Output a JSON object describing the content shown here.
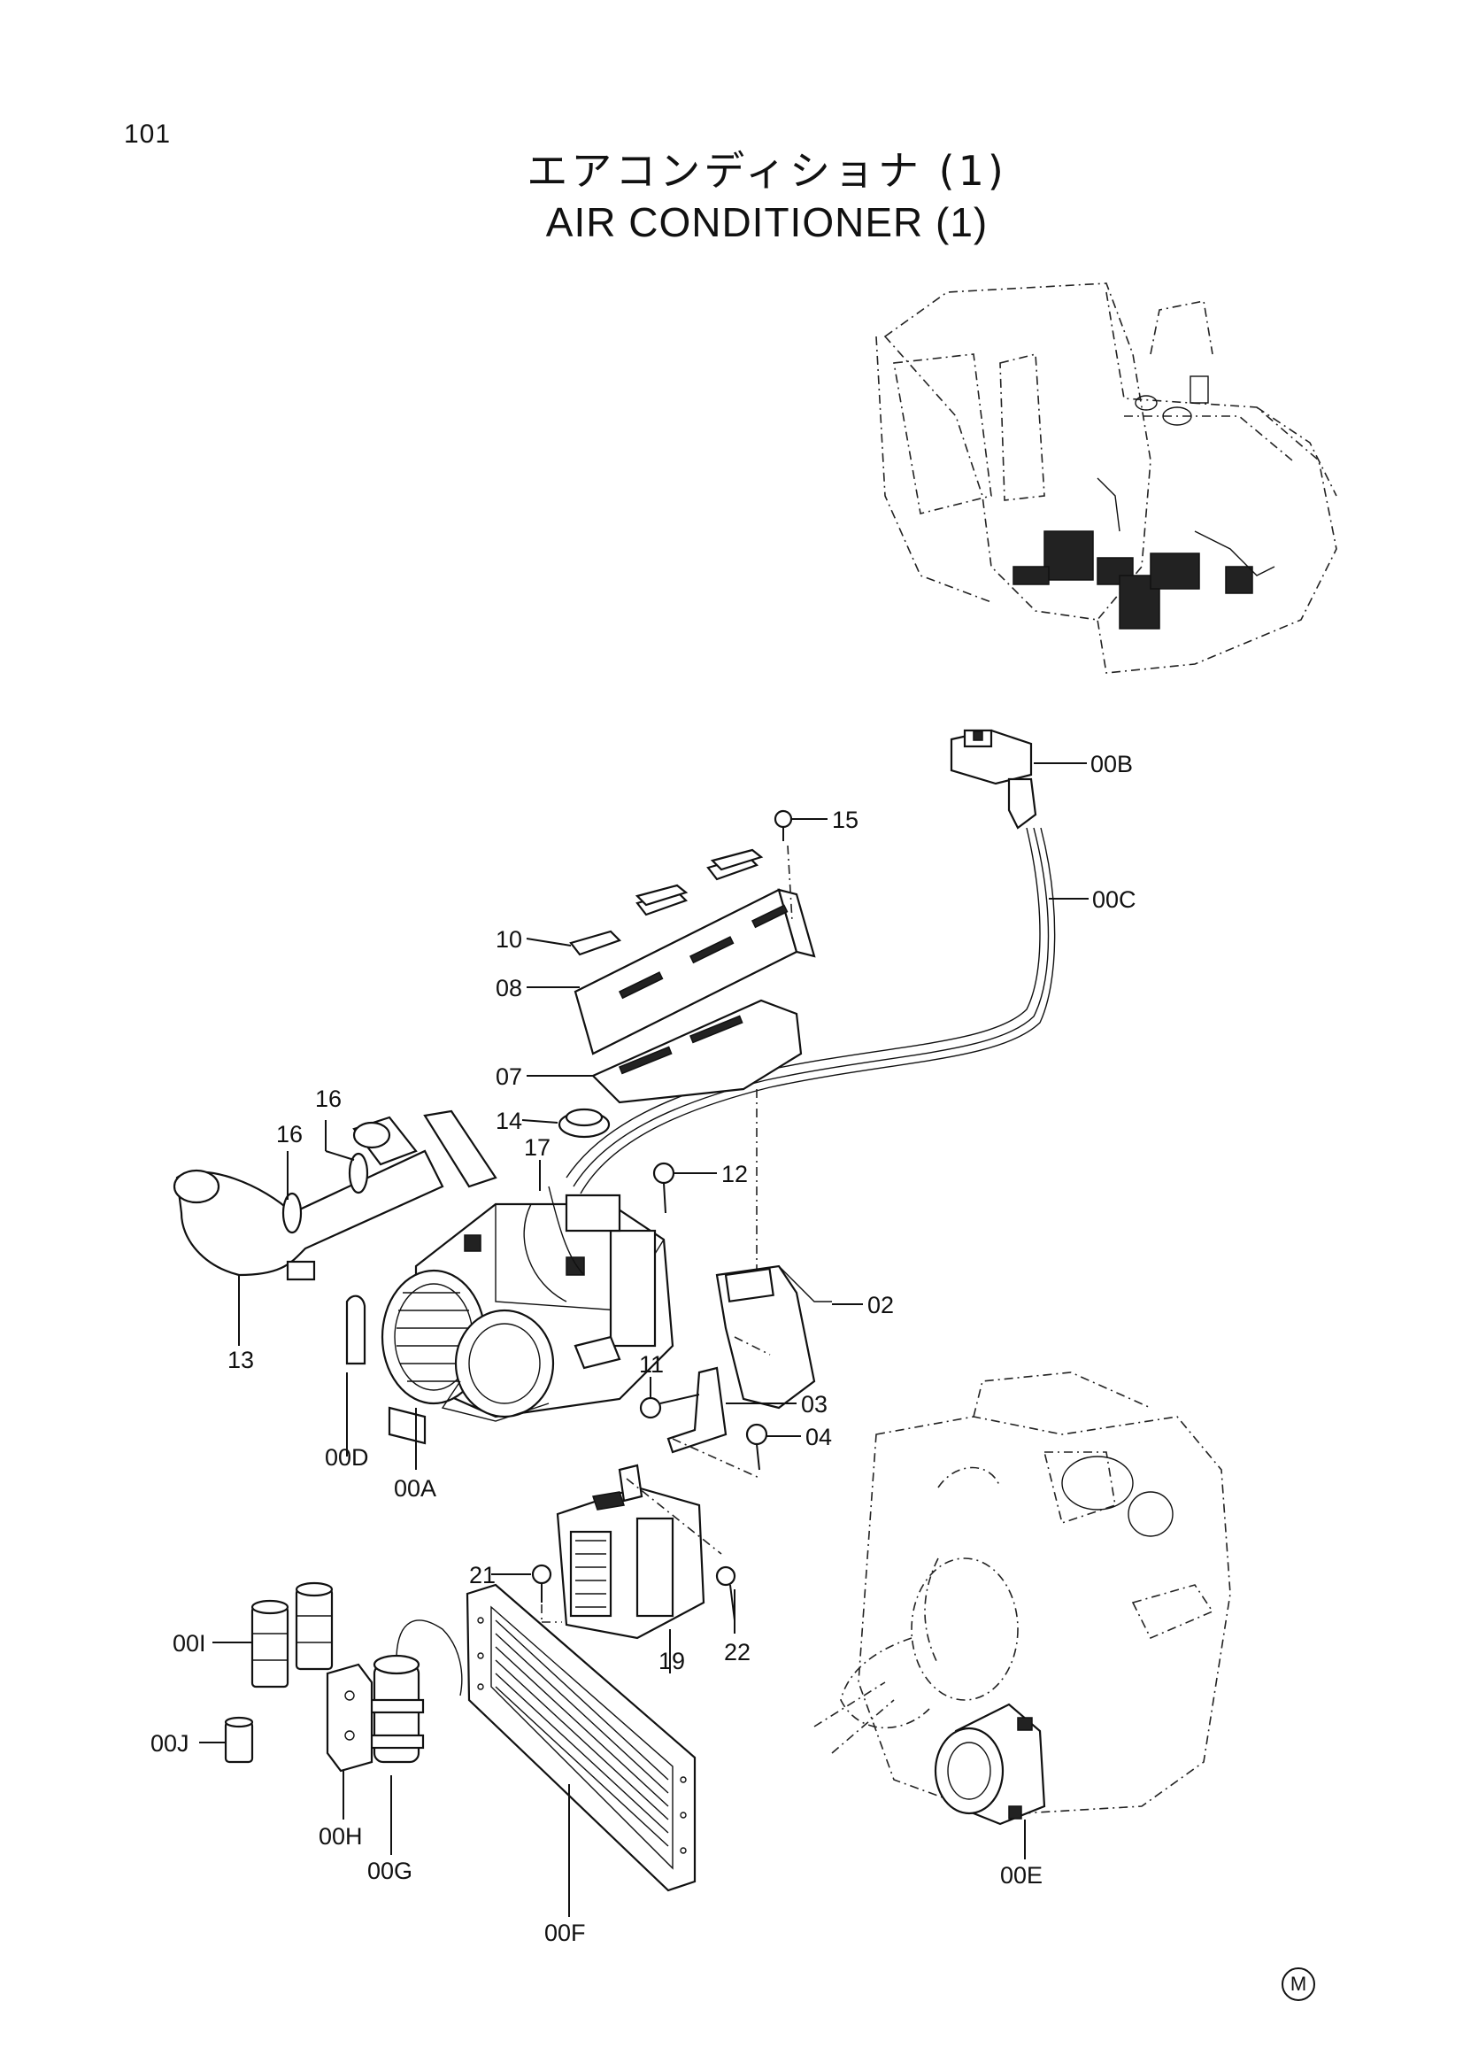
{
  "page_number": "101",
  "title_jp": "エアコンディショナ (1)",
  "title_en": "AIR CONDITIONER (1)",
  "callouts": {
    "p00A": "00A",
    "p00B": "00B",
    "p00C": "00C",
    "p00D": "00D",
    "p00E": "00E",
    "p00F": "00F",
    "p00G": "00G",
    "p00H": "00H",
    "p00I": "00I",
    "p00J": "00J",
    "p02": "02",
    "p03": "03",
    "p04": "04",
    "p07": "07",
    "p08": "08",
    "p10": "10",
    "p11": "11",
    "p12": "12",
    "p13": "13",
    "p14": "14",
    "p15": "15",
    "p16a": "16",
    "p16b": "16",
    "p17": "17",
    "p19": "19",
    "p21": "21",
    "p22": "22"
  },
  "maker_mark": "M"
}
